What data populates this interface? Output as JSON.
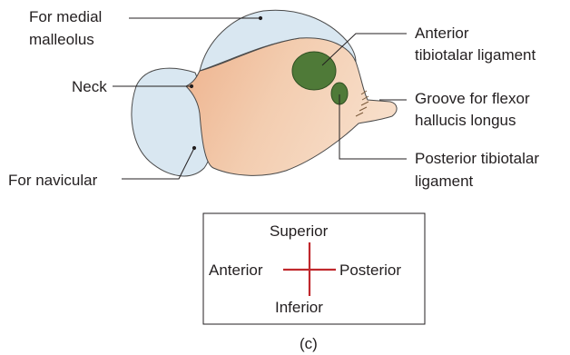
{
  "labels": {
    "medial_malleolus": [
      "For medial",
      "malleolus"
    ],
    "neck": "Neck",
    "navicular": "For navicular",
    "anterior_ligament": [
      "Anterior",
      "tibiotalar ligament"
    ],
    "groove": [
      "Groove for flexor",
      "hallucis longus"
    ],
    "posterior_ligament": [
      "Posterior tibiotalar",
      "ligament"
    ]
  },
  "orientation": {
    "superior": "Superior",
    "inferior": "Inferior",
    "anterior": "Anterior",
    "posterior": "Posterior"
  },
  "caption": "(c)",
  "colors": {
    "bone": "#f0c8a8",
    "articular": "#d7e6f0",
    "ligament": "#4f7a38",
    "cross": "#c0282d"
  }
}
